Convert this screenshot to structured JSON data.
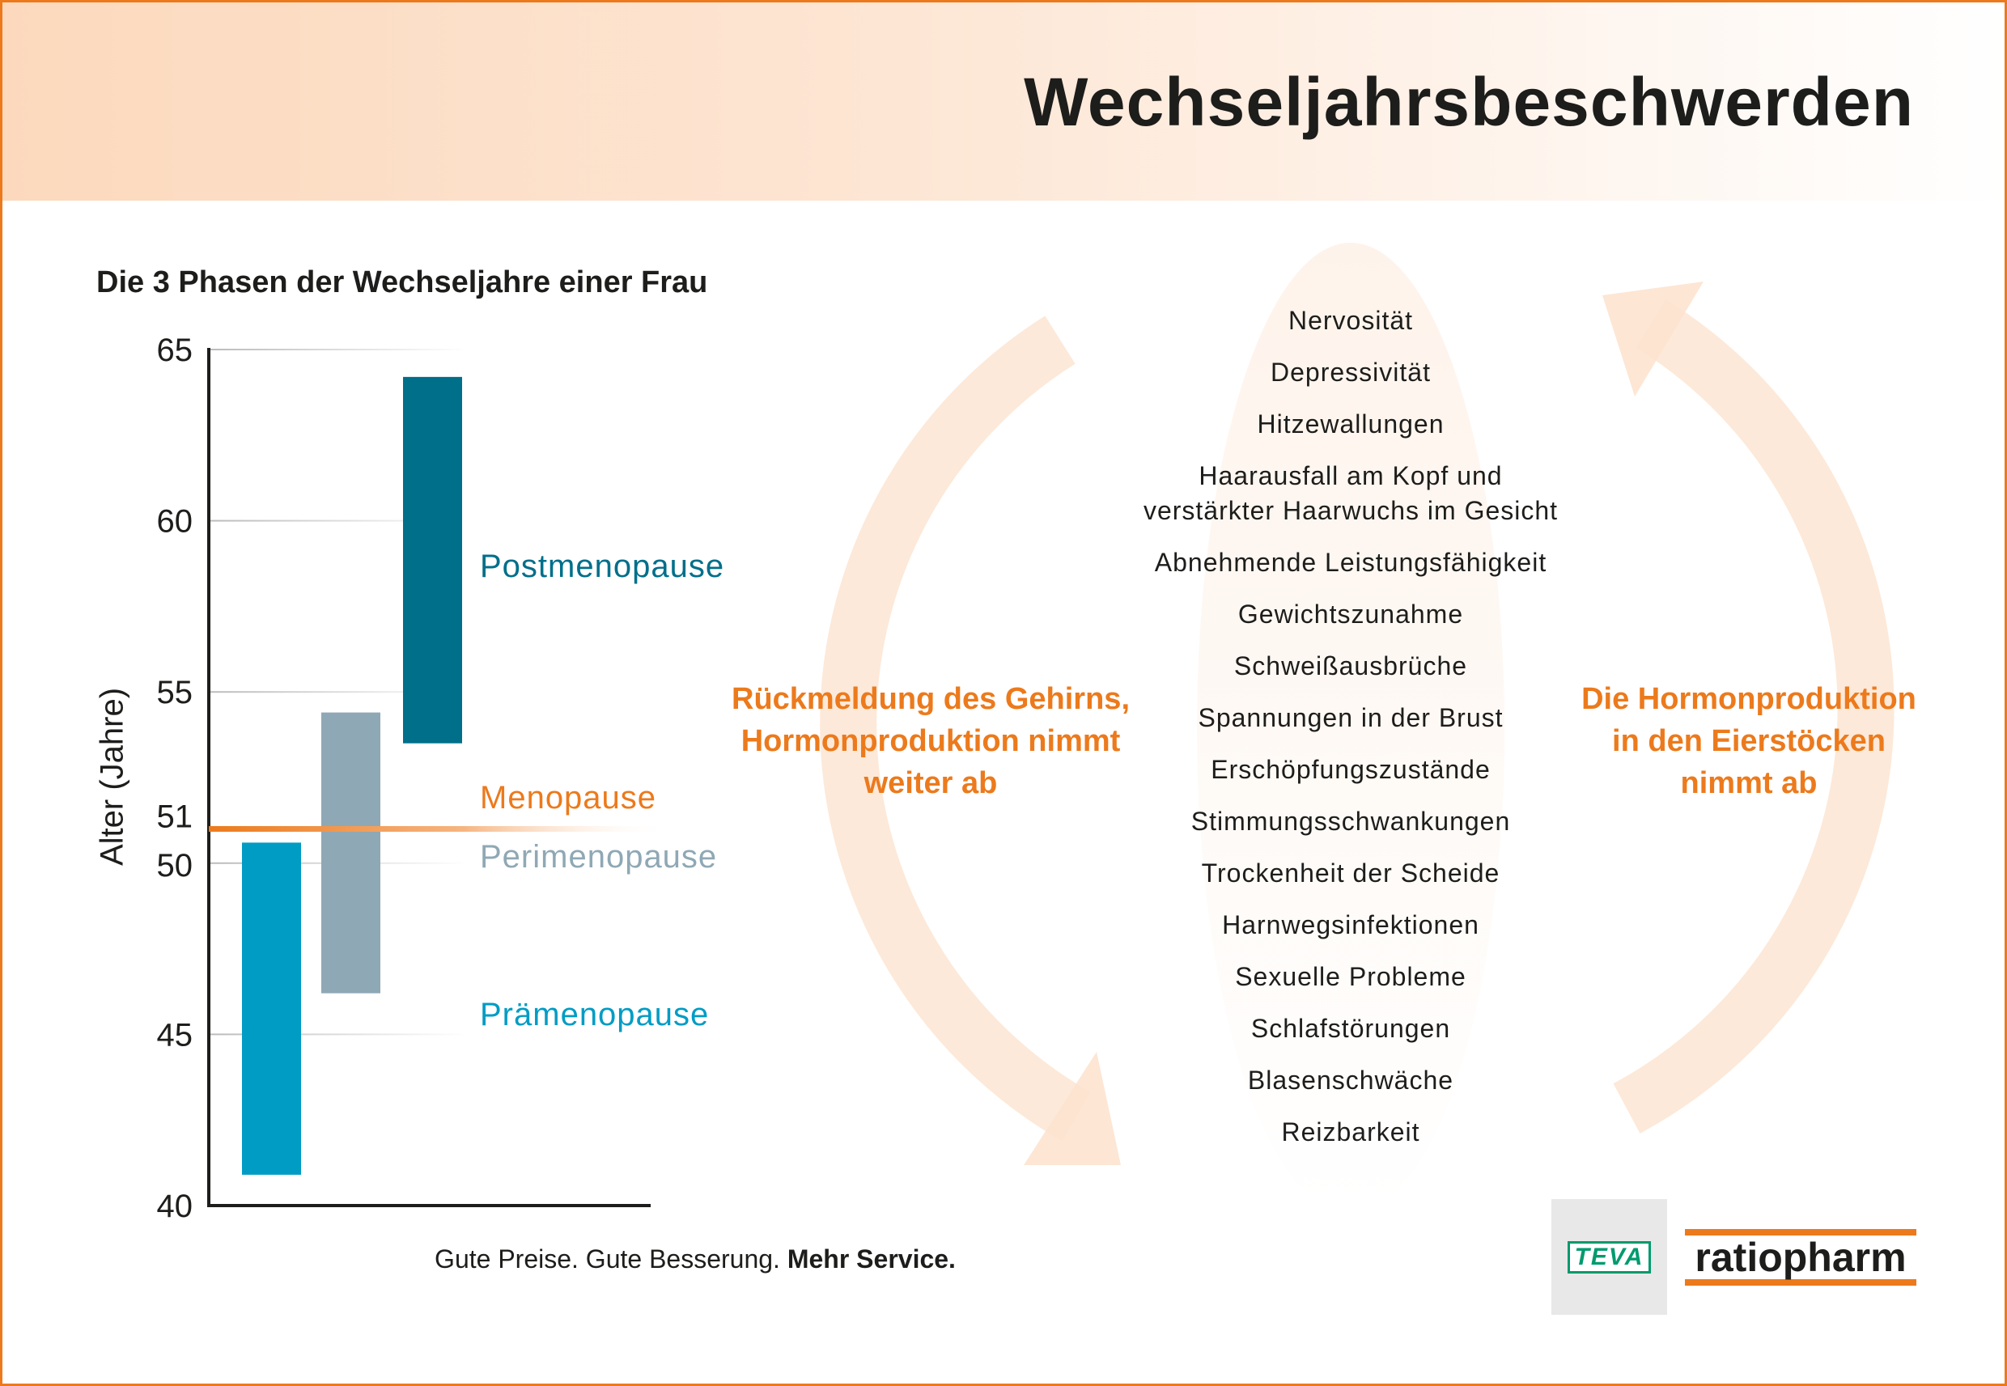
{
  "header": {
    "title": "Wechseljahrsbeschwerden"
  },
  "colors": {
    "accent": "#ec7a1c",
    "postmenopause": "#006f8a",
    "perimenopause": "#8fa8b5",
    "praemenopause": "#009cc4"
  },
  "chart_data": {
    "type": "bar",
    "title": "Die 3 Phasen der Wechseljahre einer Frau",
    "ylabel": "Alter (Jahre)",
    "xlabel": "",
    "ylim": [
      40,
      65
    ],
    "yticks": [
      "40",
      "45",
      "50",
      "51",
      "55",
      "60",
      "65"
    ],
    "series": [
      {
        "name": "Prämenopause",
        "start": 40.9,
        "end": 50.6
      },
      {
        "name": "Perimenopause",
        "start": 46.2,
        "end": 54.4
      },
      {
        "name": "Postmenopause",
        "start": 53.5,
        "end": 64.2
      }
    ],
    "reference_line": {
      "name": "Menopause",
      "value": 51
    },
    "grid": true
  },
  "symptoms": [
    "Nervosität",
    "Depressivität",
    "Hitzewallungen",
    "Haarausfall am Kopf und\nverstärkter Haarwuchs im Gesicht",
    "Abnehmende Leistungsfähigkeit",
    "Gewichtszunahme",
    "Schweißausbrüche",
    "Spannungen in der Brust",
    "Erschöpfungszustände",
    "Stimmungsschwankungen",
    "Trockenheit der Scheide",
    "Harnwegsinfektionen",
    "Sexuelle Probleme",
    "Schlafstörungen",
    "Blasenschwäche",
    "Reizbarkeit"
  ],
  "cycle": {
    "left": [
      "Rückmeldung des Gehirns,",
      "Hormonproduktion nimmt",
      "weiter ab"
    ],
    "right": [
      "Die Hormonproduktion",
      "in den Eierstöcken",
      "nimmt ab"
    ]
  },
  "footer": {
    "regular": "Gute Preise. Gute Besserung.",
    "bold": "Mehr Service."
  },
  "logos": {
    "teva": "TEVA",
    "ratiopharm": "ratiopharm"
  }
}
